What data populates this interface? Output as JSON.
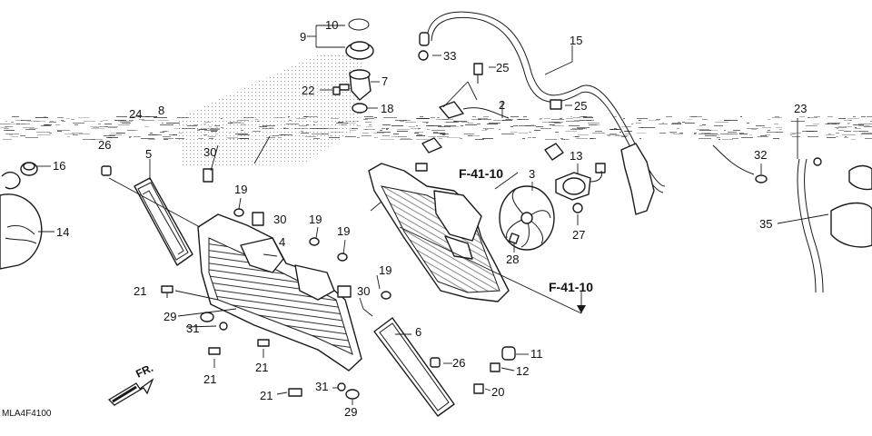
{
  "diagram": {
    "code": "MLA4F4100",
    "front_marker": "FR.",
    "references": [
      "F-41-10",
      "F-41-10"
    ],
    "callouts": {
      "c2": "2",
      "c3": "3",
      "c4": "4",
      "c5": "5",
      "c6": "6",
      "c7": "7",
      "c8": "8",
      "c9": "9",
      "c10": "10",
      "c11": "11",
      "c12": "12",
      "c13": "13",
      "c14": "14",
      "c15": "15",
      "c16": "16",
      "c18": "18",
      "c19": "19",
      "c20": "20",
      "c21": "21",
      "c22": "22",
      "c23": "23",
      "c24": "24",
      "c25": "25",
      "c26": "26",
      "c27": "27",
      "c28": "28",
      "c29": "29",
      "c30": "30",
      "c31": "31",
      "c32": "32",
      "c33": "33",
      "c35": "35"
    }
  }
}
